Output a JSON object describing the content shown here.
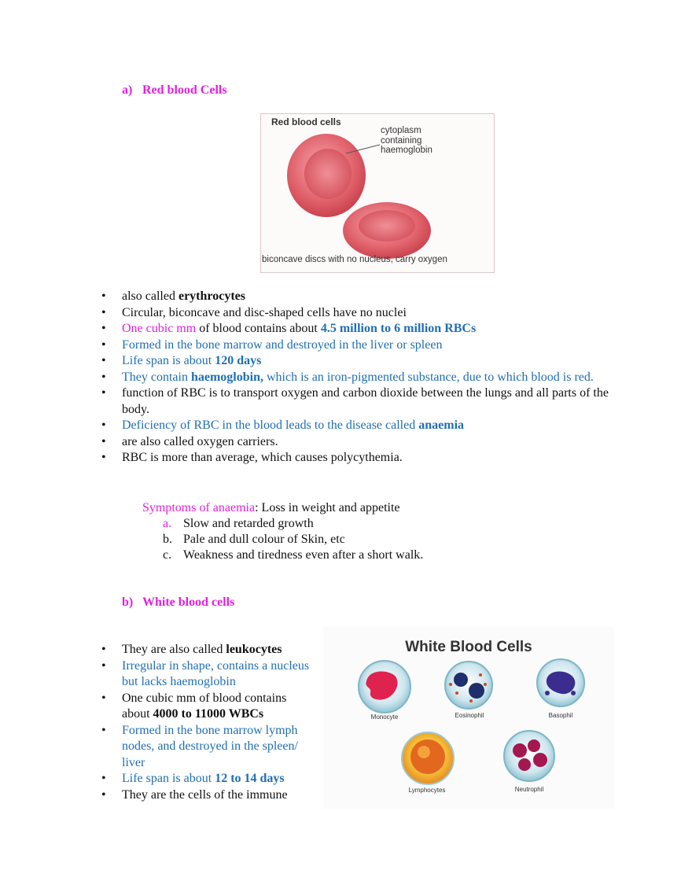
{
  "rbc_section": {
    "marker": "a)",
    "title": "Red blood Cells",
    "figure": {
      "title": "Red blood cells",
      "label_lines": [
        "cytoplasm",
        "containing",
        "haemoglobin"
      ],
      "caption": "biconcave discs with no nucleus, carry oxygen"
    },
    "bullets": {
      "b1_pre": "also called ",
      "b1_bold": "erythrocytes",
      "b2": "Circular, biconcave and disc-shaped cells have no nuclei",
      "b3_colored": "One cubic mm",
      "b3_mid": " of blood contains about ",
      "b3_bold": "4.5 million to 6 million RBCs",
      "b4": "Formed in the bone marrow and destroyed in the liver or spleen",
      "b5_pre": "Life span is about ",
      "b5_bold": "120 days",
      "b6_pre": "They contain ",
      "b6_bold": "haemoglobin,",
      "b6_post": " which is an iron-pigmented substance, due to which blood is red.",
      "b7": " function of RBC is to transport oxygen and carbon dioxide between the lungs and all parts of the body.",
      "b8_pre": "Deficiency of RBC in the blood leads to the disease called ",
      "b8_bold": "anaemia",
      "b9": "are also called oxygen carriers.",
      "b10": "RBC is more than average, which causes polycythemia."
    },
    "symptoms": {
      "label": "Symptoms of anaemia",
      "colon_text": ": Loss in weight and appetite",
      "items": [
        {
          "marker": "a.",
          "text": "Slow and retarded growth"
        },
        {
          "marker": "b.",
          "text": "Pale and dull colour of Skin, etc"
        },
        {
          "marker": "c.",
          "text": "Weakness and tiredness even after a short walk."
        }
      ]
    }
  },
  "wbc_section": {
    "marker": "b)",
    "title": "White blood cells",
    "bullets": {
      "b1_pre": "They are also called ",
      "b1_bold": "leukocytes",
      "b2": "Irregular in shape, contains a nucleus but lacks haemoglobin",
      "b3_pre": "One cubic mm of blood contains about ",
      "b3_bold": "4000 to 11000 WBCs",
      "b4": "Formed in the bone marrow lymph nodes, and destroyed in the spleen/ liver",
      "b5_pre": "Life span is about ",
      "b5_bold": "12 to 14 days",
      "b6": "They are the cells of the immune"
    },
    "figure": {
      "title": "White Blood Cells",
      "labels": [
        "Monocyte",
        "Eosinophil",
        "Basophil",
        "Lymphocytes",
        "Neutrophil"
      ]
    }
  },
  "colors": {
    "heading": "#e61fe0",
    "highlight_blue": "#1f6fb5",
    "rbc_fill": "#e0606a"
  }
}
